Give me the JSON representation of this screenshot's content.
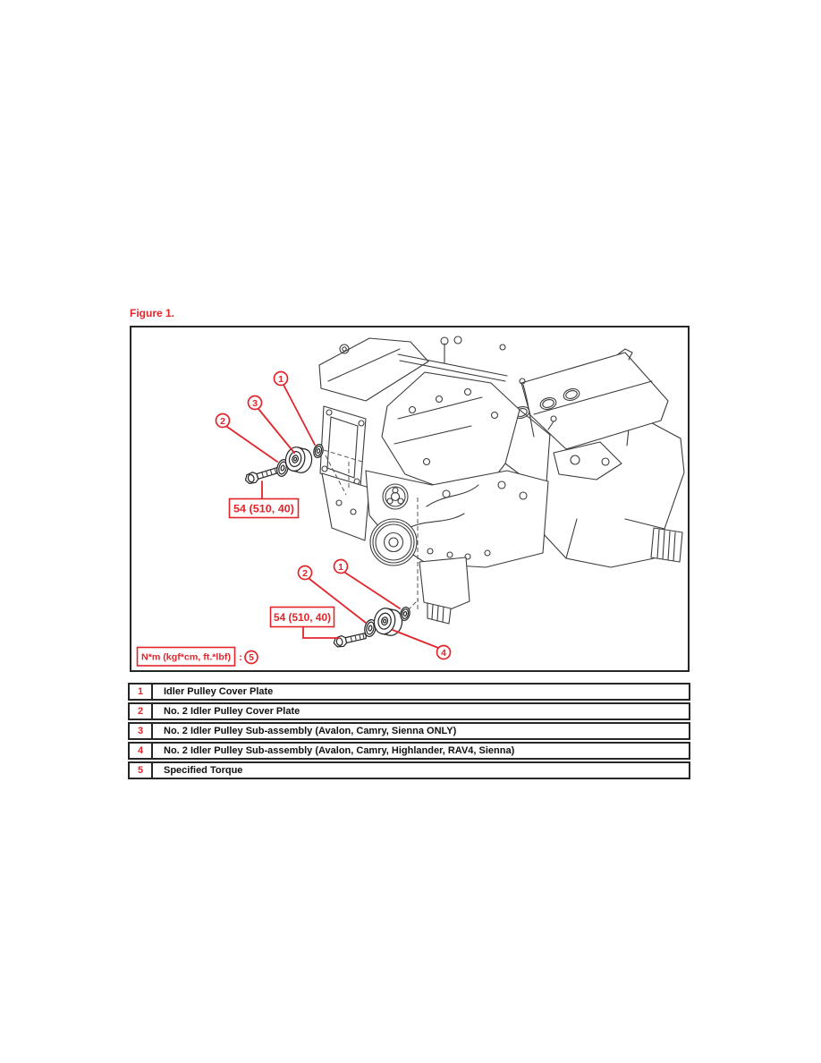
{
  "figure": {
    "label": "Figure 1.",
    "upper_group": {
      "callout_1": "1",
      "callout_3": "3",
      "callout_2": "2",
      "torque_label": "54 (510, 40)"
    },
    "lower_group": {
      "callout_2": "2",
      "callout_1": "1",
      "callout_4": "4",
      "torque_label": "54 (510, 40)"
    },
    "torque_note": {
      "units_label": "N*m (kgf*cm, ft.*lbf)",
      "separator": ":",
      "callout_5": "5"
    }
  },
  "legend": {
    "rows": [
      {
        "num": "1",
        "desc": "Idler Pulley Cover Plate"
      },
      {
        "num": "2",
        "desc": "No. 2 Idler Pulley Cover Plate"
      },
      {
        "num": "3",
        "desc": "No. 2 Idler Pulley Sub-assembly (Avalon, Camry, Sienna ONLY)"
      },
      {
        "num": "4",
        "desc": "No. 2 Idler Pulley Sub-assembly (Avalon, Camry, Highlander, RAV4, Sienna)"
      },
      {
        "num": "5",
        "desc": "Specified Torque"
      }
    ]
  },
  "colors": {
    "accent_red": "#e2252b",
    "line_color": "#3c3c3c",
    "border_color": "#262626"
  }
}
